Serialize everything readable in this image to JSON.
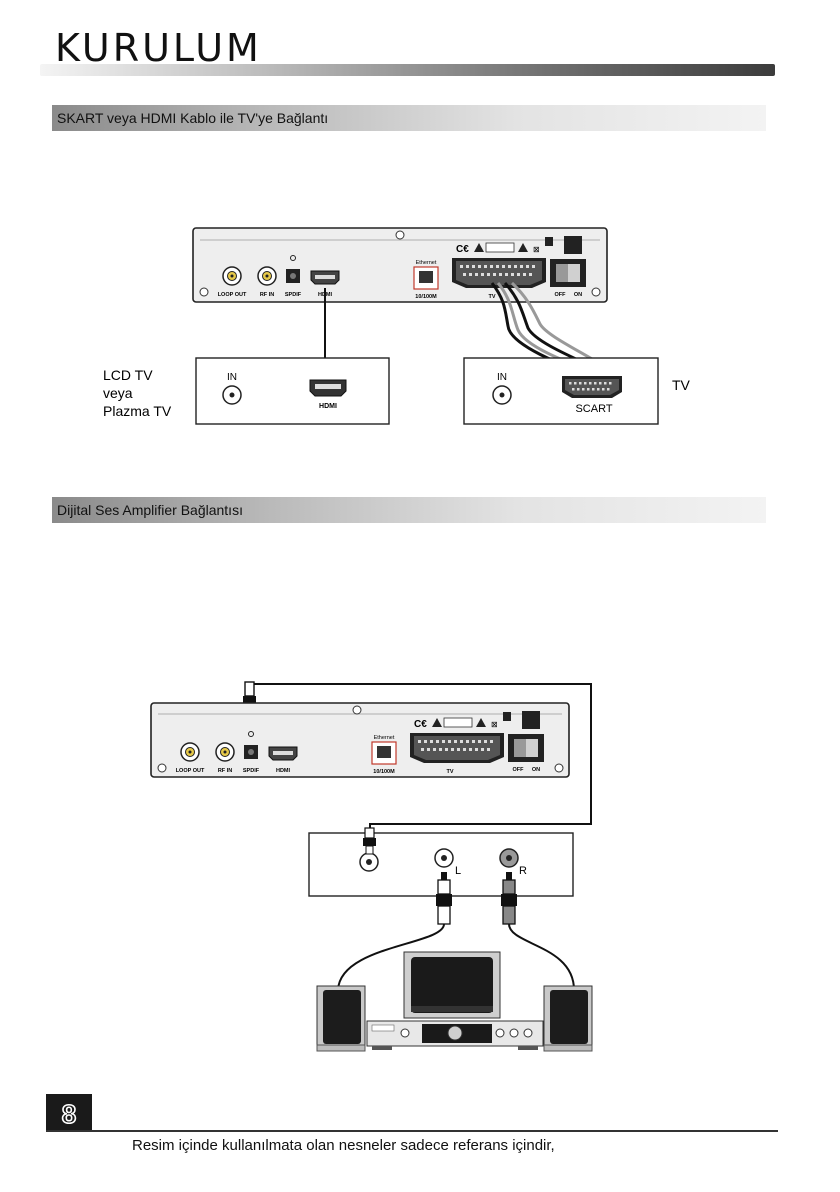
{
  "page": {
    "title": "KURULUM",
    "page_number": "8",
    "footer_note": "Resim içinde kullanılmata olan nesneler sadece referans içindir,"
  },
  "section_hdmi_scart": {
    "heading": "SKART veya HDMI Kablo ile  TV'ye Bağlantı",
    "receiver_labels": {
      "loop_out": "LOOP OUT",
      "rf_in": "RF IN",
      "spdif": "SPDIF",
      "hdmi": "HDMI",
      "ethernet": "Ethernet",
      "ethernet_speed": "10/100M",
      "tv": "TV",
      "off": "OFF",
      "on": "ON"
    },
    "lcd_tv": {
      "side_label_line1": "LCD TV",
      "side_label_line2": "veya",
      "side_label_line3": "Plazma TV",
      "in_label": "IN",
      "hdmi_label": "HDMI"
    },
    "scart_tv": {
      "side_label": "TV",
      "in_label": "IN",
      "scart_label": "SCART"
    }
  },
  "section_amplifier": {
    "heading": "Dijital Ses Amplifier Bağlantısı",
    "receiver_labels": {
      "loop_out": "LOOP OUT",
      "rf_in": "RF IN",
      "spdif": "SPDIF",
      "hdmi": "HDMI",
      "ethernet": "Ethernet",
      "ethernet_speed": "10/100M",
      "tv": "TV",
      "off": "OFF",
      "on": "ON"
    },
    "amp_panel": {
      "left_label": "L",
      "right_label": "R"
    }
  }
}
